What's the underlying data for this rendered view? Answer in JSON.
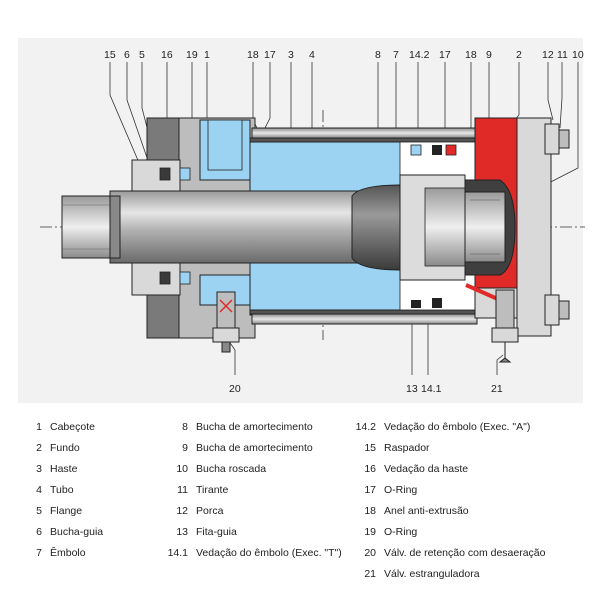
{
  "callouts": {
    "top": [
      "15",
      "6",
      "5",
      "16",
      "19",
      "1",
      "18",
      "17",
      "3",
      "4",
      "8",
      "7",
      "14.2",
      "17",
      "18",
      "9",
      "2",
      "12",
      "11",
      "10"
    ],
    "bottom": [
      "20",
      "13",
      "14.1",
      "21"
    ]
  },
  "legend": [
    {
      "num": "1",
      "label": "Cabeçote"
    },
    {
      "num": "2",
      "label": "Fundo"
    },
    {
      "num": "3",
      "label": "Haste"
    },
    {
      "num": "4",
      "label": "Tubo"
    },
    {
      "num": "5",
      "label": "Flange"
    },
    {
      "num": "6",
      "label": "Bucha-guia"
    },
    {
      "num": "7",
      "label": "Êmbolo"
    },
    {
      "num": "8",
      "label": "Bucha de amortecimento"
    },
    {
      "num": "9",
      "label": "Bucha de amortecimento"
    },
    {
      "num": "10",
      "label": "Bucha roscada"
    },
    {
      "num": "11",
      "label": "Tirante"
    },
    {
      "num": "12",
      "label": "Porca"
    },
    {
      "num": "13",
      "label": "Fita-guia"
    },
    {
      "num": "14.1",
      "label": "Vedação do êmbolo (Exec. \"T\")"
    },
    {
      "num": "14.2",
      "label": "Vedação do êmbolo (Exec. \"A\")"
    },
    {
      "num": "15",
      "label": "Raspador"
    },
    {
      "num": "16",
      "label": "Vedação da haste"
    },
    {
      "num": "17",
      "label": "O-Ring"
    },
    {
      "num": "18",
      "label": "Anel anti-extrusão"
    },
    {
      "num": "19",
      "label": "O-Ring"
    },
    {
      "num": "20",
      "label": "Válv. de retenção com desaeração"
    },
    {
      "num": "21",
      "label": "Válv. estranguladora"
    }
  ],
  "colors": {
    "background": "#ffffff",
    "panel": "#f0f0f0",
    "steel": "#b8b8b8",
    "steel_dark": "#7a7a7a",
    "steel_light": "#e2e2e2",
    "oil": "#9cd3f2",
    "red_cap": "#e02a28",
    "outline": "#222222",
    "text": "#222222"
  }
}
